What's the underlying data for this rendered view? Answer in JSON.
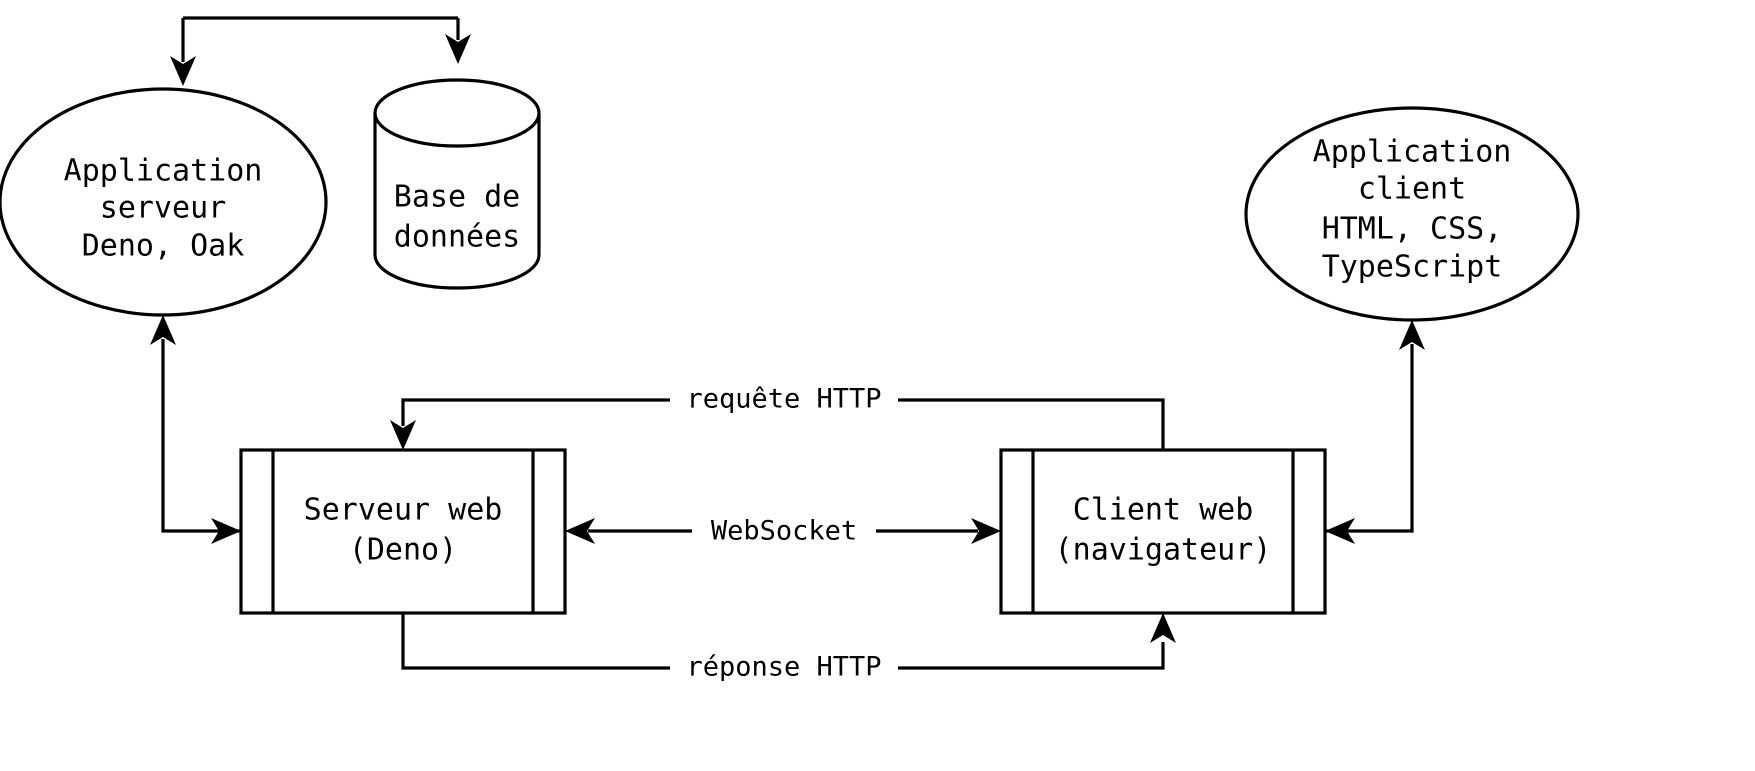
{
  "diagram": {
    "title": "Architecture application web Deno",
    "background_color": "#ffffff",
    "stroke_color": "#000000",
    "nodes": [
      {
        "id": "application-serveur",
        "shape": "ellipse",
        "lines": [
          "Application",
          "serveur",
          "Deno, Oak"
        ]
      },
      {
        "id": "base-de-donnees",
        "shape": "cylinder",
        "lines": [
          "Base de",
          "données"
        ]
      },
      {
        "id": "application-client",
        "shape": "ellipse",
        "lines": [
          "Application",
          "client",
          "HTML, CSS,",
          "TypeScript"
        ]
      },
      {
        "id": "serveur-web",
        "shape": "component",
        "lines": [
          "Serveur web",
          "(Deno)"
        ]
      },
      {
        "id": "client-web",
        "shape": "component",
        "lines": [
          "Client web",
          "(navigateur)"
        ]
      }
    ],
    "edges": [
      {
        "id": "fork-to-application-serveur",
        "label": ""
      },
      {
        "id": "fork-to-base-de-donnees",
        "label": ""
      },
      {
        "id": "serveur-web-to-application-serveur",
        "label": ""
      },
      {
        "id": "client-web-to-application-client",
        "label": ""
      },
      {
        "id": "client-web-to-serveur-web-http-request",
        "label": "requête HTTP"
      },
      {
        "id": "serveur-web-client-web-websocket",
        "label": "WebSocket"
      },
      {
        "id": "serveur-web-to-client-web-http-response",
        "label": "réponse HTTP"
      }
    ],
    "labels": {
      "app_serveur_l1": "Application",
      "app_serveur_l2": "serveur",
      "app_serveur_l3": "Deno, Oak",
      "bdd_l1": "Base de",
      "bdd_l2": "données",
      "app_client_l1": "Application",
      "app_client_l2": "client",
      "app_client_l3": "HTML, CSS,",
      "app_client_l4": "TypeScript",
      "serveur_web_l1": "Serveur web",
      "serveur_web_l2": "(Deno)",
      "client_web_l1": "Client web",
      "client_web_l2": "(navigateur)",
      "requete_http": "requête HTTP",
      "websocket": "WebSocket",
      "reponse_http": "réponse HTTP"
    }
  }
}
